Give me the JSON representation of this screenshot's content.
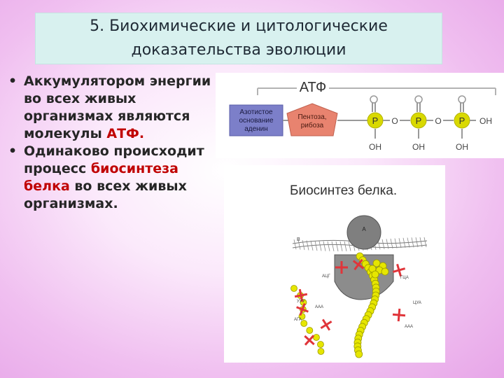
{
  "slide": {
    "title_line1": "5. Биохимические и цитологические",
    "title_line2": "доказательства эволюции"
  },
  "bullets": [
    {
      "marker": "•",
      "text_before": "Аккумулятором энергии во всех живых организмах являются молекулы ",
      "highlight": "АТФ.",
      "text_after": ""
    },
    {
      "marker": "•",
      "text_before": "Одинаково происходит процесс ",
      "highlight": "биосинтеза белка",
      "text_after": " во всех живых организмах."
    }
  ],
  "atp_diagram": {
    "label": "АТФ",
    "base_line1": "Азотистое",
    "base_line2": "основание",
    "base_line3": "аденин",
    "sugar_line1": "Пентоза,",
    "sugar_line2": "рибоза",
    "phosphate": "P",
    "oxygen": "O",
    "hydroxyl": "OH",
    "colors": {
      "base": "#7c7fc9",
      "sugar": "#e8836f",
      "phosphate": "#d9d900",
      "bond": "#b0b0b0"
    }
  },
  "biosynthesis": {
    "title": "Биосинтез белка.",
    "ribosome_label": "A",
    "mrna_label": "В",
    "small_labels": [
      "АЦГ",
      "ГЦА",
      "ААА",
      "УУУ",
      "ЦУА",
      "АГА",
      "ААА"
    ],
    "colors": {
      "ribosome": "#7f7f7f",
      "amino": "#e6e600",
      "trna": "#e0353a"
    }
  }
}
